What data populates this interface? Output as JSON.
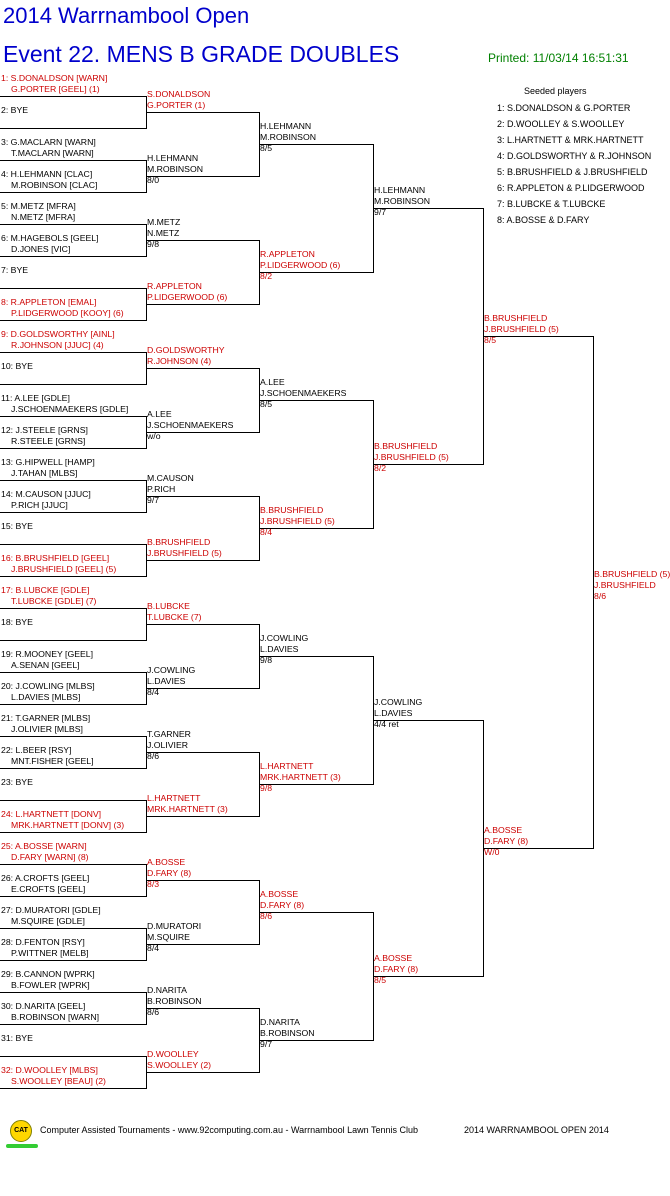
{
  "header": {
    "tournament": "2014 Warrnambool Open",
    "event": "Event 22. MENS B GRADE DOUBLES",
    "printed": "Printed: 11/03/14 16:51:31"
  },
  "seeded": {
    "title": "Seeded players",
    "list": [
      "1: S.DONALDSON & G.PORTER",
      "2: D.WOOLLEY & S.WOOLLEY",
      "3: L.HARTNETT & MRK.HARTNETT",
      "4: D.GOLDSWORTHY & R.JOHNSON",
      "5: B.BRUSHFIELD & J.BRUSHFIELD",
      "6: R.APPLETON & P.LIDGERWOOD",
      "7: B.LUBCKE & T.LUBCKE",
      "8: A.BOSSE & D.FARY"
    ]
  },
  "draw": [
    {
      "l1": "1:  S.DONALDSON [WARN]",
      "l2": "G.PORTER [GEEL] (1)",
      "seeded": true
    },
    {
      "l1": "2:  BYE",
      "l2": "",
      "seeded": false
    },
    {
      "l1": "3:  G.MACLARN [WARN]",
      "l2": "T.MACLARN [WARN]",
      "seeded": false
    },
    {
      "l1": "4:  H.LEHMANN [CLAC]",
      "l2": "M.ROBINSON [CLAC]",
      "seeded": false
    },
    {
      "l1": "5:  M.METZ [MFRA]",
      "l2": "N.METZ [MFRA]",
      "seeded": false
    },
    {
      "l1": "6:  M.HAGEBOLS [GEEL]",
      "l2": "D.JONES [VIC]",
      "seeded": false
    },
    {
      "l1": "7:  BYE",
      "l2": "",
      "seeded": false
    },
    {
      "l1": "8:  R.APPLETON [EMAL]",
      "l2": "P.LIDGERWOOD [KOOY] (6)",
      "seeded": true
    },
    {
      "l1": "9:  D.GOLDSWORTHY [AINL]",
      "l2": "R.JOHNSON [JJUC] (4)",
      "seeded": true
    },
    {
      "l1": "10:  BYE",
      "l2": "",
      "seeded": false
    },
    {
      "l1": "11:  A.LEE [GDLE]",
      "l2": "J.SCHOENMAEKERS [GDLE]",
      "seeded": false
    },
    {
      "l1": "12:  J.STEELE [GRNS]",
      "l2": "R.STEELE [GRNS]",
      "seeded": false
    },
    {
      "l1": "13:  G.HIPWELL [HAMP]",
      "l2": "J.TAHAN [MLBS]",
      "seeded": false
    },
    {
      "l1": "14:  M.CAUSON [JJUC]",
      "l2": "P.RICH [JJUC]",
      "seeded": false
    },
    {
      "l1": "15:  BYE",
      "l2": "",
      "seeded": false
    },
    {
      "l1": "16:  B.BRUSHFIELD [GEEL]",
      "l2": "J.BRUSHFIELD [GEEL] (5)",
      "seeded": true
    },
    {
      "l1": "17:  B.LUBCKE [GDLE]",
      "l2": "T.LUBCKE [GDLE] (7)",
      "seeded": true
    },
    {
      "l1": "18:  BYE",
      "l2": "",
      "seeded": false
    },
    {
      "l1": "19:  R.MOONEY [GEEL]",
      "l2": "A.SENAN [GEEL]",
      "seeded": false
    },
    {
      "l1": "20:  J.COWLING [MLBS]",
      "l2": "L.DAVIES [MLBS]",
      "seeded": false
    },
    {
      "l1": "21:  T.GARNER [MLBS]",
      "l2": "J.OLIVIER [MLBS]",
      "seeded": false
    },
    {
      "l1": "22:  L.BEER [RSY]",
      "l2": "MNT.FISHER [GEEL]",
      "seeded": false
    },
    {
      "l1": "23:  BYE",
      "l2": "",
      "seeded": false
    },
    {
      "l1": "24:  L.HARTNETT [DONV]",
      "l2": "MRK.HARTNETT [DONV] (3)",
      "seeded": true
    },
    {
      "l1": "25:  A.BOSSE [WARN]",
      "l2": "D.FARY [WARN] (8)",
      "seeded": true
    },
    {
      "l1": "26:  A.CROFTS [GEEL]",
      "l2": "E.CROFTS [GEEL]",
      "seeded": false
    },
    {
      "l1": "27:  D.MURATORI [GDLE]",
      "l2": "M.SQUIRE [GDLE]",
      "seeded": false
    },
    {
      "l1": "28:  D.FENTON [RSY]",
      "l2": "P.WITTNER [MELB]",
      "seeded": false
    },
    {
      "l1": "29:  B.CANNON [WPRK]",
      "l2": "B.FOWLER [WPRK]",
      "seeded": false
    },
    {
      "l1": "30:  D.NARITA [GEEL]",
      "l2": "B.ROBINSON [WARN]",
      "seeded": false
    },
    {
      "l1": "31:  BYE",
      "l2": "",
      "seeded": false
    },
    {
      "l1": "32:  D.WOOLLEY [MLBS]",
      "l2": "S.WOOLLEY [BEAU] (2)",
      "seeded": true
    }
  ],
  "rounds": [
    [
      {
        "p1": "S.DONALDSON",
        "p2": "G.PORTER (1)",
        "score": "",
        "seeded": true
      },
      {
        "p1": "H.LEHMANN",
        "p2": "M.ROBINSON",
        "score": "8/0",
        "seeded": false
      },
      {
        "p1": "M.METZ",
        "p2": "N.METZ",
        "score": "9/8",
        "seeded": false
      },
      {
        "p1": "R.APPLETON",
        "p2": "P.LIDGERWOOD (6)",
        "score": "",
        "seeded": true
      },
      {
        "p1": "D.GOLDSWORTHY",
        "p2": "R.JOHNSON (4)",
        "score": "",
        "seeded": true
      },
      {
        "p1": "A.LEE",
        "p2": "J.SCHOENMAEKERS",
        "score": "w/o",
        "seeded": false
      },
      {
        "p1": "M.CAUSON",
        "p2": "P.RICH",
        "score": "9/7",
        "seeded": false
      },
      {
        "p1": "B.BRUSHFIELD",
        "p2": "J.BRUSHFIELD (5)",
        "score": "",
        "seeded": true
      },
      {
        "p1": "B.LUBCKE",
        "p2": "T.LUBCKE (7)",
        "score": "",
        "seeded": true
      },
      {
        "p1": "J.COWLING",
        "p2": "L.DAVIES",
        "score": "8/4",
        "seeded": false
      },
      {
        "p1": "T.GARNER",
        "p2": "J.OLIVIER",
        "score": "8/6",
        "seeded": false
      },
      {
        "p1": "L.HARTNETT",
        "p2": "MRK.HARTNETT (3)",
        "score": "",
        "seeded": true
      },
      {
        "p1": "A.BOSSE",
        "p2": "D.FARY (8)",
        "score": "8/3",
        "seeded": true
      },
      {
        "p1": "D.MURATORI",
        "p2": "M.SQUIRE",
        "score": "8/4",
        "seeded": false
      },
      {
        "p1": "D.NARITA",
        "p2": "B.ROBINSON",
        "score": "8/6",
        "seeded": false
      },
      {
        "p1": "D.WOOLLEY",
        "p2": "S.WOOLLEY (2)",
        "score": "",
        "seeded": true
      }
    ],
    [
      {
        "p1": "H.LEHMANN",
        "p2": "M.ROBINSON",
        "score": "8/5",
        "seeded": false
      },
      {
        "p1": "R.APPLETON",
        "p2": "P.LIDGERWOOD (6)",
        "score": "8/2",
        "seeded": true
      },
      {
        "p1": "A.LEE",
        "p2": "J.SCHOENMAEKERS",
        "score": "8/5",
        "seeded": false
      },
      {
        "p1": "B.BRUSHFIELD",
        "p2": "J.BRUSHFIELD (5)",
        "score": "8/4",
        "seeded": true
      },
      {
        "p1": "J.COWLING",
        "p2": "L.DAVIES",
        "score": "9/8",
        "seeded": false
      },
      {
        "p1": "L.HARTNETT",
        "p2": "MRK.HARTNETT (3)",
        "score": "9/8",
        "seeded": true
      },
      {
        "p1": "A.BOSSE",
        "p2": "D.FARY (8)",
        "score": "8/6",
        "seeded": true
      },
      {
        "p1": "D.NARITA",
        "p2": "B.ROBINSON",
        "score": "9/7",
        "seeded": false
      }
    ],
    [
      {
        "p1": "H.LEHMANN",
        "p2": "M.ROBINSON",
        "score": "9/7",
        "seeded": false
      },
      {
        "p1": "B.BRUSHFIELD",
        "p2": "J.BRUSHFIELD (5)",
        "score": "8/2",
        "seeded": true
      },
      {
        "p1": "J.COWLING",
        "p2": "L.DAVIES",
        "score": "4/4 ret",
        "seeded": false
      },
      {
        "p1": "A.BOSSE",
        "p2": "D.FARY (8)",
        "score": "8/5",
        "seeded": true
      }
    ],
    [
      {
        "p1": "B.BRUSHFIELD",
        "p2": "J.BRUSHFIELD (5)",
        "score": "8/5",
        "seeded": true
      },
      {
        "p1": "A.BOSSE",
        "p2": "D.FARY (8)",
        "score": "W/0",
        "seeded": true
      }
    ],
    [
      {
        "p1": "B.BRUSHFIELD (5)",
        "p2": "J.BRUSHFIELD",
        "score": "8/6",
        "seeded": true
      }
    ]
  ],
  "footer": {
    "logo": "CAT",
    "credit": "Computer Assisted Tournaments - www.92computing.com.au -  Warrnambool Lawn Tennis Club",
    "event": "2014 WARRNAMBOOL OPEN 2014"
  }
}
